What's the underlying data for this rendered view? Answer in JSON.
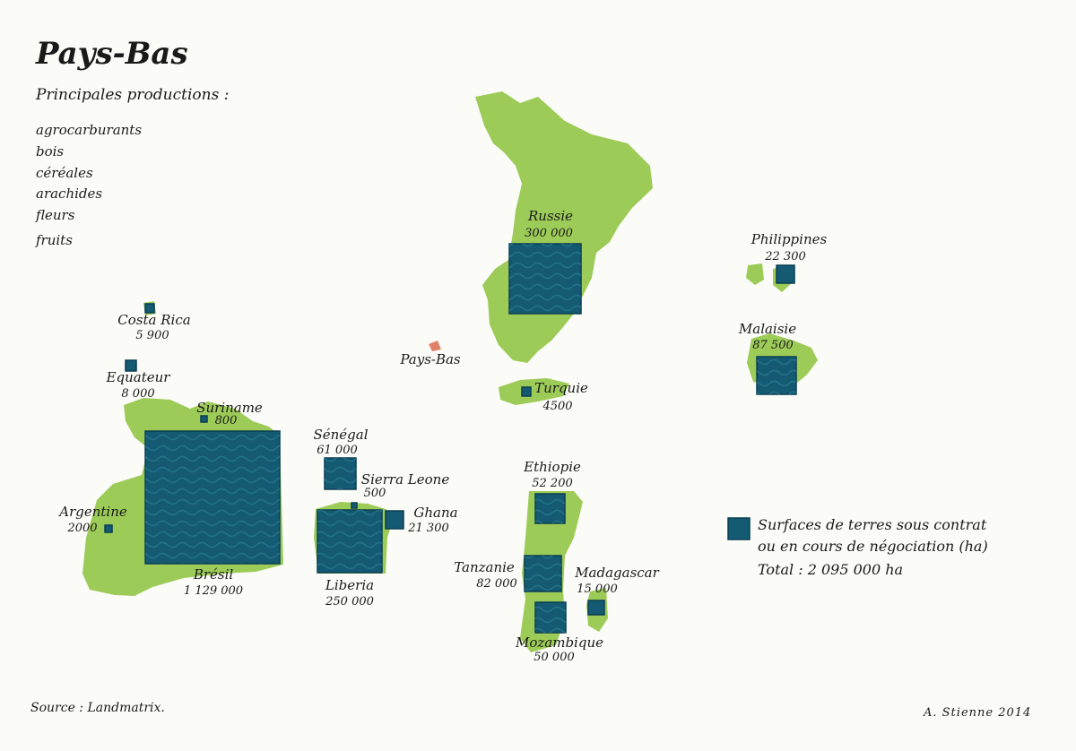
{
  "header": {
    "title": "Pays-Bas",
    "subtitle": "Principales productions :",
    "productions": [
      "agrocarburants",
      "bois",
      "céréales",
      "arachides",
      "fleurs",
      "fruits"
    ]
  },
  "countries": [
    {
      "key": "russie",
      "name": "Russie",
      "value": "300 000",
      "hectares": 300000
    },
    {
      "key": "philippines",
      "name": "Philippines",
      "value": "22 300",
      "hectares": 22300
    },
    {
      "key": "malaisie",
      "name": "Malaisie",
      "value": "87 500",
      "hectares": 87500
    },
    {
      "key": "turquie",
      "name": "Turquie",
      "value": "4500",
      "hectares": 4500
    },
    {
      "key": "costa-rica",
      "name": "Costa Rica",
      "value": "5 900",
      "hectares": 5900
    },
    {
      "key": "equateur",
      "name": "Equateur",
      "value": "8 000",
      "hectares": 8000
    },
    {
      "key": "suriname",
      "name": "Suriname",
      "value": "800",
      "hectares": 800
    },
    {
      "key": "argentine",
      "name": "Argentine",
      "value": "2000",
      "hectares": 2000
    },
    {
      "key": "bresil",
      "name": "Brésil",
      "value": "1 129 000",
      "hectares": 1129000
    },
    {
      "key": "senegal",
      "name": "Sénégal",
      "value": "61 000",
      "hectares": 61000
    },
    {
      "key": "sierra-leone",
      "name": "Sierra Leone",
      "value": "500",
      "hectares": 500
    },
    {
      "key": "ghana",
      "name": "Ghana",
      "value": "21 300",
      "hectares": 21300
    },
    {
      "key": "liberia",
      "name": "Liberia",
      "value": "250 000",
      "hectares": 250000
    },
    {
      "key": "ethiopie",
      "name": "Ethiopie",
      "value": "52 200",
      "hectares": 52200
    },
    {
      "key": "tanzanie",
      "name": "Tanzanie",
      "value": "82 000",
      "hectares": 82000
    },
    {
      "key": "madagascar",
      "name": "Madagascar",
      "value": "15 000",
      "hectares": 15000
    },
    {
      "key": "mozambique",
      "name": "Mozambique",
      "value": "50 000",
      "hectares": 50000
    }
  ],
  "home_country": {
    "name": "Pays-Bas"
  },
  "legend": {
    "line1": "Surfaces de terres sous contrat",
    "line2": "ou en cours de négociation (ha)",
    "total": "Total : 2 095 000 ha"
  },
  "footer": {
    "source": "Source : Landmatrix.",
    "credit": "A. Stienne 2014"
  },
  "colors": {
    "land": "#9dcb58",
    "square": "#135a72",
    "square_edge": "#0b3e52",
    "home": "#e0826a",
    "background": "#fbfbf8"
  }
}
